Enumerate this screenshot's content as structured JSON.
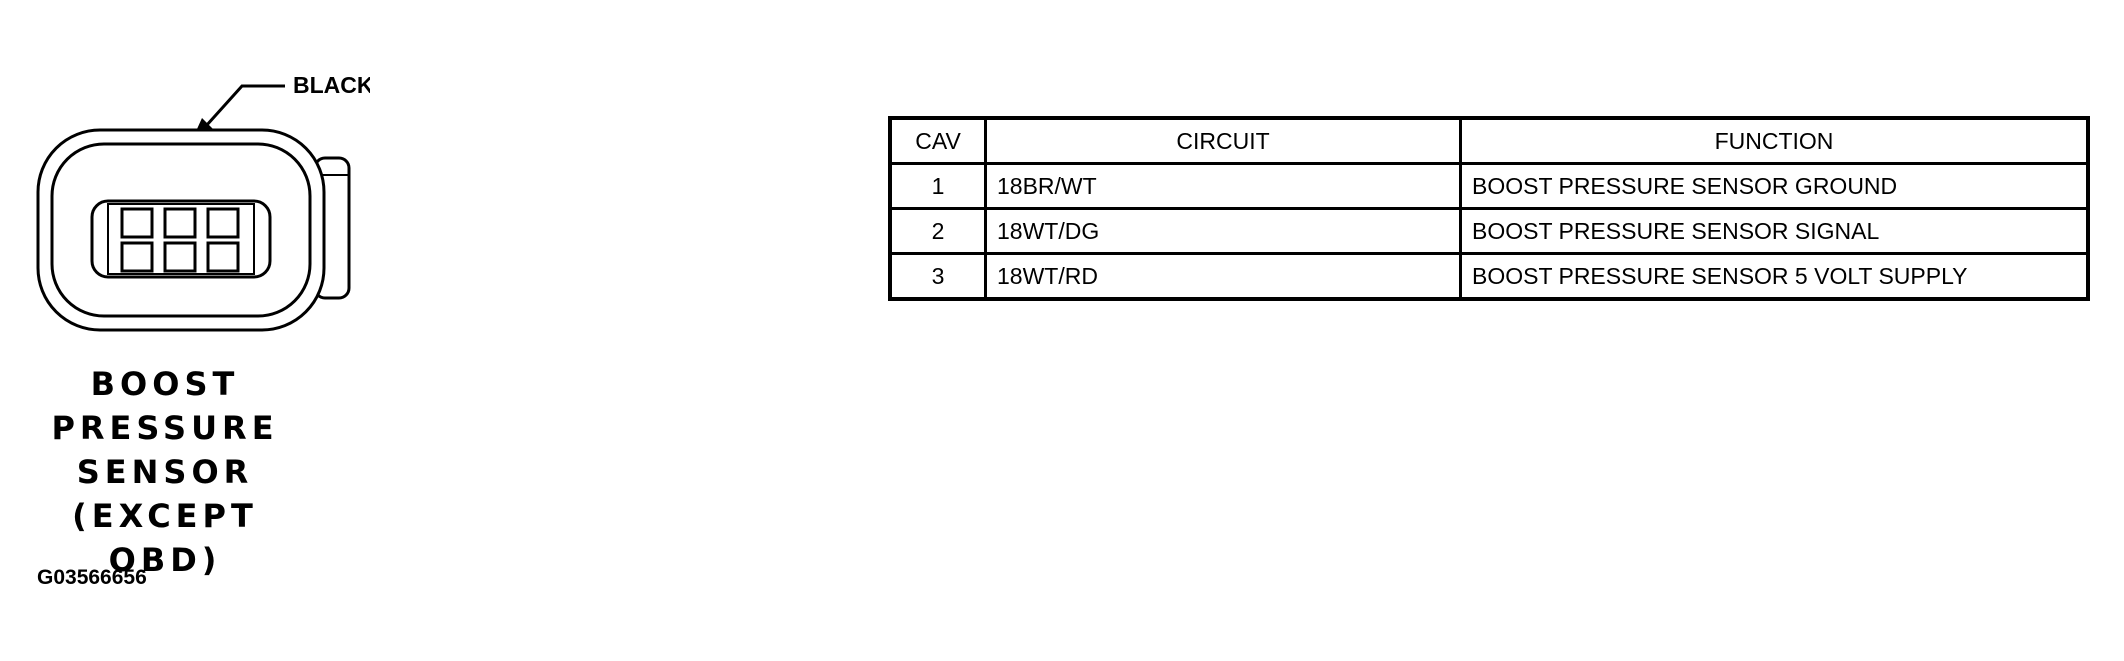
{
  "diagram": {
    "connector_color_label": "BLACK",
    "component_name_lines": [
      "BOOST",
      "PRESSURE",
      "SENSOR",
      "(EXCEPT OBD)"
    ],
    "figure_id": "G03566656"
  },
  "table": {
    "headers": {
      "cav": "CAV",
      "circuit": "CIRCUIT",
      "function": "FUNCTION"
    },
    "rows": [
      {
        "cav": "1",
        "circuit": "18BR/WT",
        "function": "BOOST PRESSURE SENSOR GROUND"
      },
      {
        "cav": "2",
        "circuit": "18WT/DG",
        "function": "BOOST PRESSURE SENSOR SIGNAL"
      },
      {
        "cav": "3",
        "circuit": "18WT/RD",
        "function": "BOOST PRESSURE SENSOR 5 VOLT SUPPLY"
      }
    ]
  }
}
